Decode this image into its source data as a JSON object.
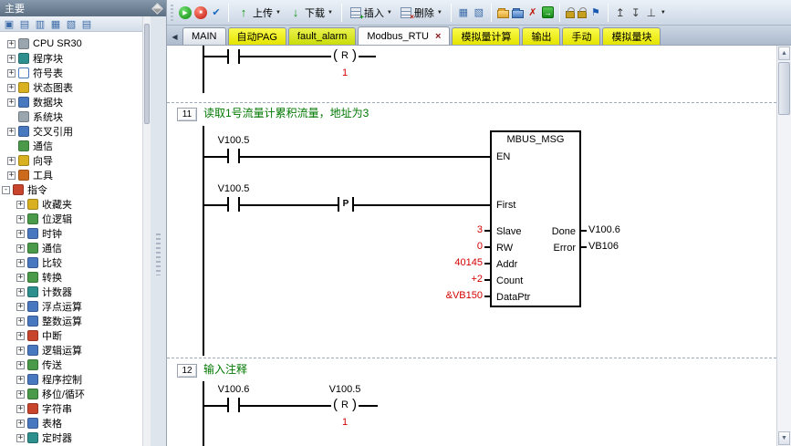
{
  "sidebar": {
    "title": "主要",
    "toolbar_icons": [
      "window-icon",
      "tiles-icon",
      "rows-icon",
      "columns-icon",
      "grid-icon",
      "stacked-windows-icon"
    ],
    "tree": [
      {
        "label": "CPU SR30",
        "expand": "+",
        "icon": "cpu-icon"
      },
      {
        "label": "程序块",
        "expand": "+",
        "icon": "program-block-icon"
      },
      {
        "label": "符号表",
        "expand": "+",
        "icon": "symbol-table-icon"
      },
      {
        "label": "状态图表",
        "expand": "+",
        "icon": "status-chart-icon"
      },
      {
        "label": "数据块",
        "expand": "+",
        "icon": "data-block-icon"
      },
      {
        "label": "系统块",
        "expand": "",
        "icon": "system-block-icon"
      },
      {
        "label": "交叉引用",
        "expand": "+",
        "icon": "cross-reference-icon"
      },
      {
        "label": "通信",
        "expand": "",
        "icon": "communication-icon"
      },
      {
        "label": "向导",
        "expand": "+",
        "icon": "wizard-icon"
      },
      {
        "label": "工具",
        "expand": "+",
        "icon": "tools-icon"
      },
      {
        "label": "指令",
        "expand": "-",
        "icon": "instructions-icon"
      },
      {
        "label": "收藏夹",
        "expand": "+",
        "icon": "favorites-icon"
      },
      {
        "label": "位逻辑",
        "expand": "+",
        "icon": "bit-logic-icon"
      },
      {
        "label": "时钟",
        "expand": "+",
        "icon": "clock-icon"
      },
      {
        "label": "通信",
        "expand": "+",
        "icon": "comm-icon"
      },
      {
        "label": "比较",
        "expand": "+",
        "icon": "compare-icon"
      },
      {
        "label": "转换",
        "expand": "+",
        "icon": "convert-icon"
      },
      {
        "label": "计数器",
        "expand": "+",
        "icon": "counters-icon"
      },
      {
        "label": "浮点运算",
        "expand": "+",
        "icon": "float-math-icon"
      },
      {
        "label": "整数运算",
        "expand": "+",
        "icon": "integer-math-icon"
      },
      {
        "label": "中断",
        "expand": "+",
        "icon": "interrupt-icon"
      },
      {
        "label": "逻辑运算",
        "expand": "+",
        "icon": "logic-icon"
      },
      {
        "label": "传送",
        "expand": "+",
        "icon": "move-icon"
      },
      {
        "label": "程序控制",
        "expand": "+",
        "icon": "program-control-icon"
      },
      {
        "label": "移位/循环",
        "expand": "+",
        "icon": "shift-rotate-icon"
      },
      {
        "label": "字符串",
        "expand": "+",
        "icon": "string-icon"
      },
      {
        "label": "表格",
        "expand": "+",
        "icon": "table-icon"
      },
      {
        "label": "定时器",
        "expand": "+",
        "icon": "timer-icon"
      }
    ]
  },
  "toolbar": {
    "upload_label": "上传",
    "download_label": "下载",
    "insert_label": "插入",
    "delete_label": "删除",
    "icons": [
      "run-icon",
      "stop-icon",
      "compile-check-icon",
      "upload-arrow-icon",
      "download-arrow-icon",
      "insert-row-icon",
      "delete-row-icon",
      "pou-window-icon",
      "split-window-icon",
      "open-folder-icon",
      "project-folder-icon",
      "close-red-x-icon",
      "go-icon",
      "lock-icon",
      "lock-small-icon",
      "bookmark-flag-icon",
      "bookmark-up-icon",
      "bookmark-down-icon",
      "toggle-bookmark-icon",
      "dropdown-caret-icon"
    ]
  },
  "tabbar": {
    "tabs": [
      {
        "label": "MAIN"
      },
      {
        "label": "自动PAG"
      },
      {
        "label": "fault_alarm"
      },
      {
        "label": "Modbus_RTU",
        "close": "×"
      },
      {
        "label": "模拟量计算"
      },
      {
        "label": "输出"
      },
      {
        "label": "手动"
      },
      {
        "label": "模拟量块"
      }
    ]
  },
  "ladder": {
    "partial_network": {
      "coil_letter": "R",
      "coil_operand": "1"
    },
    "network11": {
      "number": "11",
      "comment": "读取1号流量计累积流量，地址为3",
      "contact_en_operand": "V100.5",
      "contact_first_operand": "V100.5",
      "edge_letter": "P",
      "block": {
        "title": "MBUS_MSG",
        "pin_en": "EN",
        "pin_first": "First",
        "pin_slave": "Slave",
        "pin_rw": "RW",
        "pin_addr": "Addr",
        "pin_count": "Count",
        "pin_dataptr": "DataPtr",
        "pin_done": "Done",
        "pin_error": "Error",
        "val_slave": "3",
        "val_rw": "0",
        "val_addr": "40145",
        "val_count": "+2",
        "val_dataptr": "&VB150",
        "val_done": "V100.6",
        "val_error": "VB106"
      }
    },
    "network12": {
      "number": "12",
      "comment": "输入注释",
      "contact_operand": "V100.6",
      "coil_operand": "V100.5",
      "coil_letter": "R",
      "coil_value": "1"
    }
  },
  "colors": {
    "value_red": "#d40000",
    "comment_green": "#007800",
    "tab_yellow": "#f0f000",
    "header_slate": "#5c6f82"
  }
}
